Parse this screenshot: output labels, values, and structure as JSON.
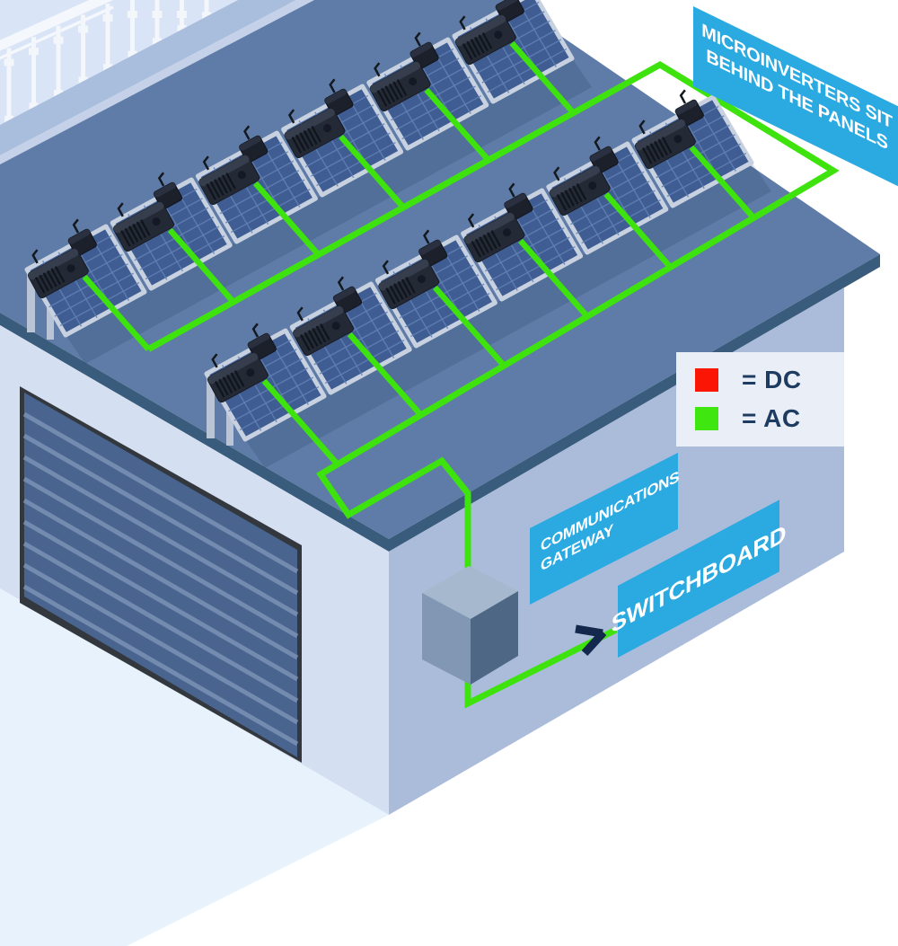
{
  "banners": {
    "microinverters": {
      "line1": "MICROINVERTERS SIT",
      "line2": "BEHIND THE PANELS"
    },
    "communications_gateway": {
      "line1": "COMMUNICATIONS",
      "line2": "GATEWAY"
    },
    "switchboard": {
      "label": "SWITCHBOARD"
    }
  },
  "legend": {
    "items": [
      {
        "name": "dc",
        "label": "= DC",
        "color": "#FA1505"
      },
      {
        "name": "ac",
        "label": "= AC",
        "color": "#3FE60F"
      }
    ]
  },
  "colors": {
    "banner_blue": "#2BAAE2",
    "wire_green": "#3EE30E",
    "arrow_navy": "#14274C",
    "roof": "#5E7CA7",
    "roof_fascia": "#3A5C7C",
    "left_wall": "#D5DFF2",
    "right_wall": "#ABBCDB",
    "ground": "#E7F2FC",
    "balcony_sky": "#D9E4F6",
    "panel_face": "#3F5D92",
    "panel_frame": "#C7D1E0",
    "garage_door": "#49648E"
  },
  "scene": {
    "panel_rows": [
      {
        "name": "upper-row",
        "panel_count": 6
      },
      {
        "name": "lower-row",
        "panel_count": 6
      }
    ],
    "microinverter_count": 12,
    "railing_post_count": 9,
    "door_stripe_count": 9
  }
}
